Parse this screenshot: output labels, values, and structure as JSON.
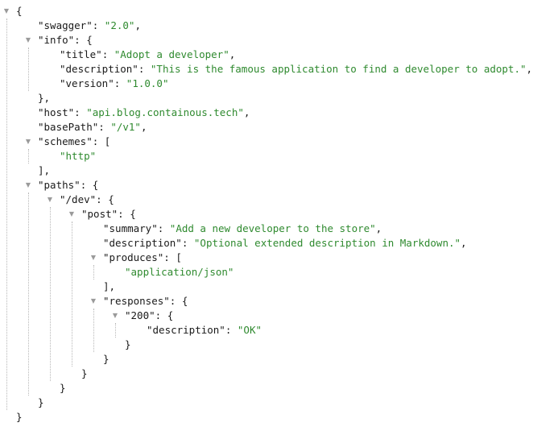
{
  "json_viewer": {
    "toggle_glyph": "▼",
    "lines": [
      {
        "depth": 0,
        "toggle": true,
        "open": "{"
      },
      {
        "depth": 1,
        "key": "\"swagger\"",
        "value": "\"2.0\"",
        "trail": ","
      },
      {
        "depth": 1,
        "toggle": true,
        "key": "\"info\"",
        "open": "{"
      },
      {
        "depth": 2,
        "key": "\"title\"",
        "value": "\"Adopt a developer\"",
        "trail": ","
      },
      {
        "depth": 2,
        "key": "\"description\"",
        "value": "\"This is the famous application to find a developer to adopt.\"",
        "trail": ","
      },
      {
        "depth": 2,
        "key": "\"version\"",
        "value": "\"1.0.0\""
      },
      {
        "depth": 1,
        "close": "},"
      },
      {
        "depth": 1,
        "key": "\"host\"",
        "value": "\"api.blog.containous.tech\"",
        "trail": ","
      },
      {
        "depth": 1,
        "key": "\"basePath\"",
        "value": "\"/v1\"",
        "trail": ","
      },
      {
        "depth": 1,
        "toggle": true,
        "key": "\"schemes\"",
        "open": "["
      },
      {
        "depth": 2,
        "item": "\"http\""
      },
      {
        "depth": 1,
        "close": "],"
      },
      {
        "depth": 1,
        "toggle": true,
        "key": "\"paths\"",
        "open": "{"
      },
      {
        "depth": 2,
        "toggle": true,
        "key": "\"/dev\"",
        "open": "{"
      },
      {
        "depth": 3,
        "toggle": true,
        "key": "\"post\"",
        "open": "{"
      },
      {
        "depth": 4,
        "key": "\"summary\"",
        "value": "\"Add a new developer to the store\"",
        "trail": ","
      },
      {
        "depth": 4,
        "key": "\"description\"",
        "value": "\"Optional extended description in Markdown.\"",
        "trail": ","
      },
      {
        "depth": 4,
        "toggle": true,
        "key": "\"produces\"",
        "open": "["
      },
      {
        "depth": 5,
        "item": "\"application/json\""
      },
      {
        "depth": 4,
        "close": "],"
      },
      {
        "depth": 4,
        "toggle": true,
        "key": "\"responses\"",
        "open": "{"
      },
      {
        "depth": 5,
        "toggle": true,
        "key": "\"200\"",
        "open": "{"
      },
      {
        "depth": 6,
        "key": "\"description\"",
        "value": "\"OK\""
      },
      {
        "depth": 5,
        "close": "}"
      },
      {
        "depth": 4,
        "close": "}"
      },
      {
        "depth": 3,
        "close": "}"
      },
      {
        "depth": 2,
        "close": "}"
      },
      {
        "depth": 1,
        "close": "}"
      },
      {
        "depth": 0,
        "close": "}"
      }
    ],
    "colors": {
      "key": "#1a1a1a",
      "string": "#2f8a2f",
      "toggle": "#9a9a9a",
      "guide": "#b8b8b8"
    }
  }
}
